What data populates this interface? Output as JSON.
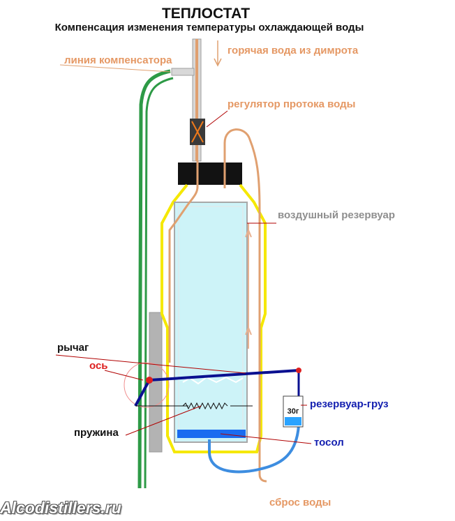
{
  "title": "ТЕПЛОСТАТ",
  "subtitle": "Компенсация изменения температуры охлаждающей воды",
  "labels": {
    "compensator_line": "линия компенсатора",
    "hot_water": "горячая вода из димрота",
    "flow_regulator": "регулятор протока воды",
    "air_reservoir": "воздушный резервуар",
    "lever": "рычаг",
    "axis": "ось",
    "spring": "пружина",
    "reservoir_weight": "резервуар-груз",
    "antifreeze": "тосол",
    "water_drain": "сброс воды"
  },
  "weight_marking": "30г",
  "watermark": "Alcodistillers.ru",
  "colors": {
    "pipe_orange": "#e0a070",
    "jacket_yellow": "#f5e800",
    "reservoir_blue": "#cdf3f8",
    "antifreeze_blue": "#1a6cf0",
    "lever_navy": "#0a1090",
    "compensator_green": "#2d9a46"
  }
}
